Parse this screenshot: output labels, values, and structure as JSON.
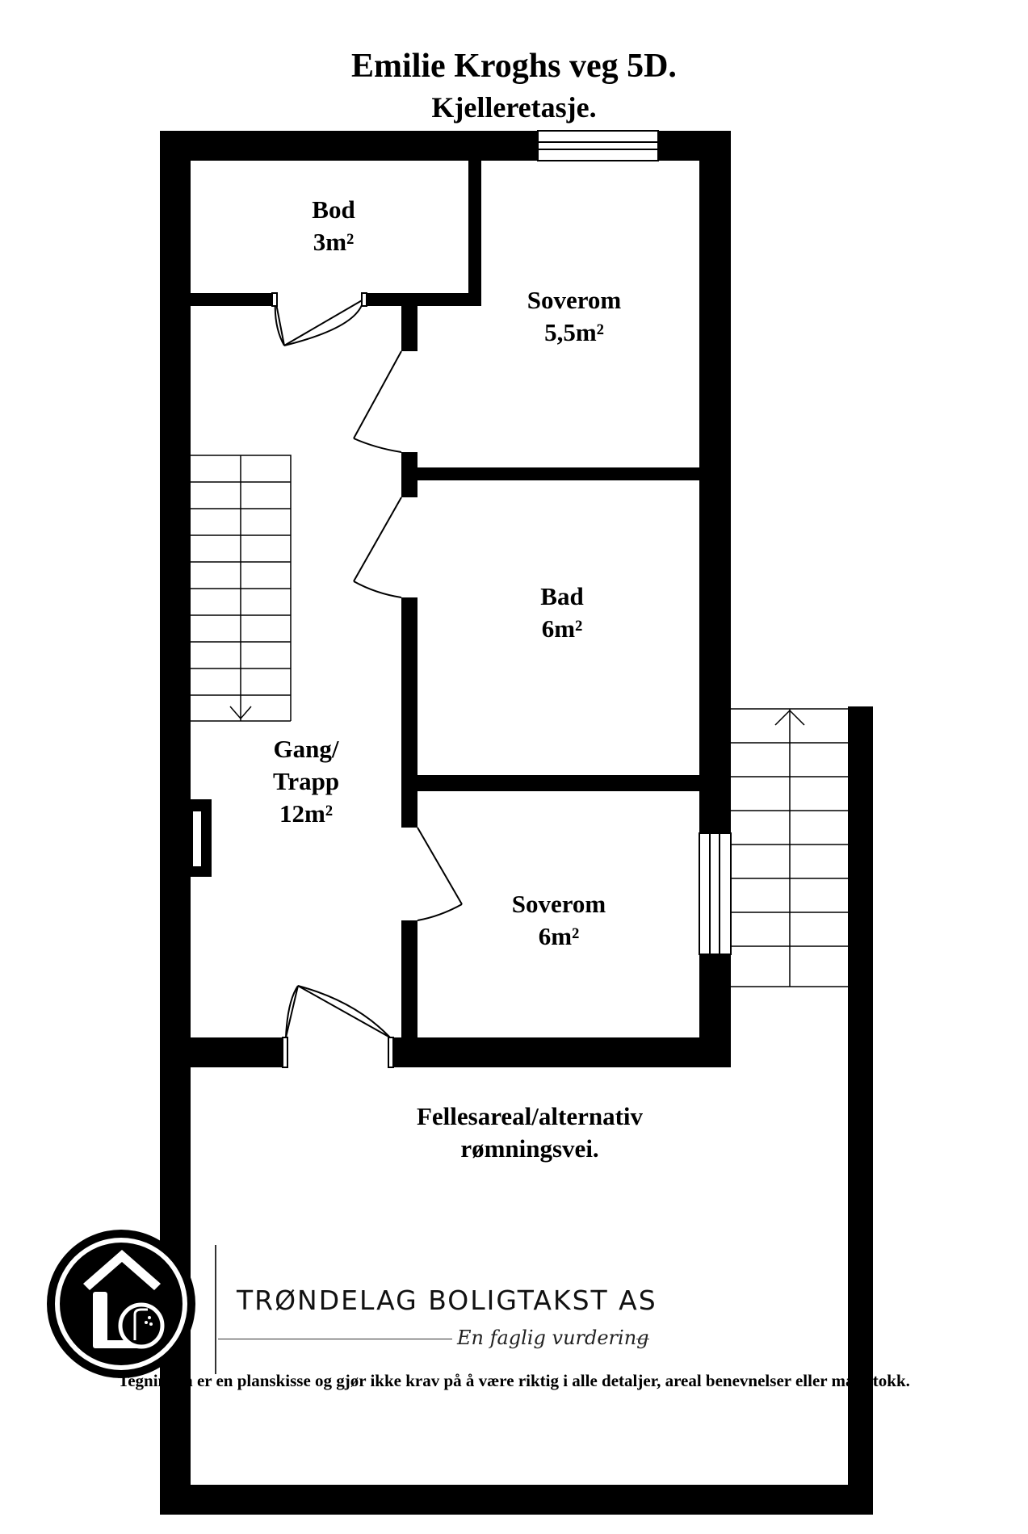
{
  "header": {
    "title": "Emilie Kroghs veg 5D.",
    "subtitle": "Kjelleretasje."
  },
  "rooms": {
    "bod": {
      "name": "Bod",
      "area": "3m²"
    },
    "soverom_1": {
      "name": "Soverom",
      "area": "5,5m²"
    },
    "bad": {
      "name": "Bad",
      "area": "6m²"
    },
    "gang": {
      "name_line1": "Gang/",
      "name_line2": "Trapp",
      "area": "12m²"
    },
    "soverom_2": {
      "name": "Soverom",
      "area": "6m²"
    },
    "felles": {
      "line1": "Fellesareal/alternativ",
      "line2": "rømningsvei."
    }
  },
  "company": {
    "name": "TRØNDELAG BOLIGTAKST AS",
    "tagline": "En faglig vurdering"
  },
  "disclaimer": "Tegningen er en planskisse og gjør ikke krav på å være riktig i alle detaljer, areal benevnelser eller målestokk.",
  "colors": {
    "wall": "#000000",
    "background": "#ffffff"
  }
}
